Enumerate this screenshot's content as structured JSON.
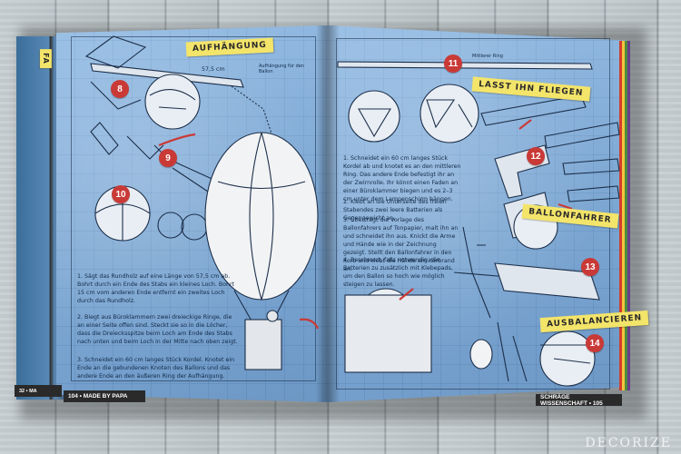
{
  "labels": {
    "aufhaengung": "AUFHÄNGUNG",
    "lasst_ihn_fliegen": "LASST IHN FLIEGEN",
    "ballonfahrer": "BALLONFAHRER",
    "ausbalancieren": "AUSBALANCIEREN",
    "side_fa": "FA"
  },
  "steps": [
    "8",
    "9",
    "10",
    "11",
    "12",
    "13",
    "14"
  ],
  "left_text": {
    "p1": "1. Sägt das Rundholz auf eine Länge von 57,5 cm ab. Bohrt durch ein Ende des Stabs ein kleines Loch. Bohrt 15 cm vom anderen Ende entfernt ein zweites Loch durch das Rundholz.",
    "p2": "2. Biegt aus Büroklammern zwei dreieckige Ringe, die an einer Seite offen sind. Steckt sie so in die Löcher, dass die Dreiecksspitze beim Loch am Ende des Stabs nach unten und beim Loch in der Mitte nach oben zeigt.",
    "p3": "3. Schneidet ein 60 cm langes Stück Kordel. Knotet ein Ende an die gebundenen Knoten des Ballons und das andere Ende an den äußeren Ring der Aufhängung."
  },
  "right_text": {
    "p1": "1. Schneidet ein 60 cm langes Stück Kordel ab und knotet es an den mittleren Ring. Das andere Ende befestigt ihr an der Zwirnrolle. Ihr könnt einen Faden an einer Büroklammer biegen und es 2–3 cm unter dem Lampenschirm hängen.",
    "p2": "2. Klebt an die Unterseite des freien Stabendes zwei leere Batterien als Gegengewicht an.",
    "p3": "3. Übertragt die Vorlage des Ballonfahrers auf Tonpapier, malt ihn an und schneidet ihn aus. Knickt die Arme und Hände wie in der Zeichnung gezeigt. Stellt den Ballonfahrer in den Korb und klebt die Hände am Korbrand an.",
    "p4": "4. Beschwert, falls notwendig, die Batterien zu zusätzlich mit Klebepads, um den Ballon so hoch wie möglich steigen zu lassen."
  },
  "annotations": {
    "length": "57,5 cm",
    "hook": "Aufhängung für den Ballon",
    "ring": "Mittlerer Ring"
  },
  "footer": {
    "left_side": "32 • MA",
    "left_page": "104 • MADE BY PAPA",
    "right_page": "SCHRÄGE WISSENSCHAFT • 105"
  },
  "watermark": "DECORIZE",
  "colors": {
    "page_blue": "#7aa8d8",
    "badge_red": "#c93a37",
    "tape_yellow": "#f3e46a",
    "wood": "#c1c9cc"
  }
}
